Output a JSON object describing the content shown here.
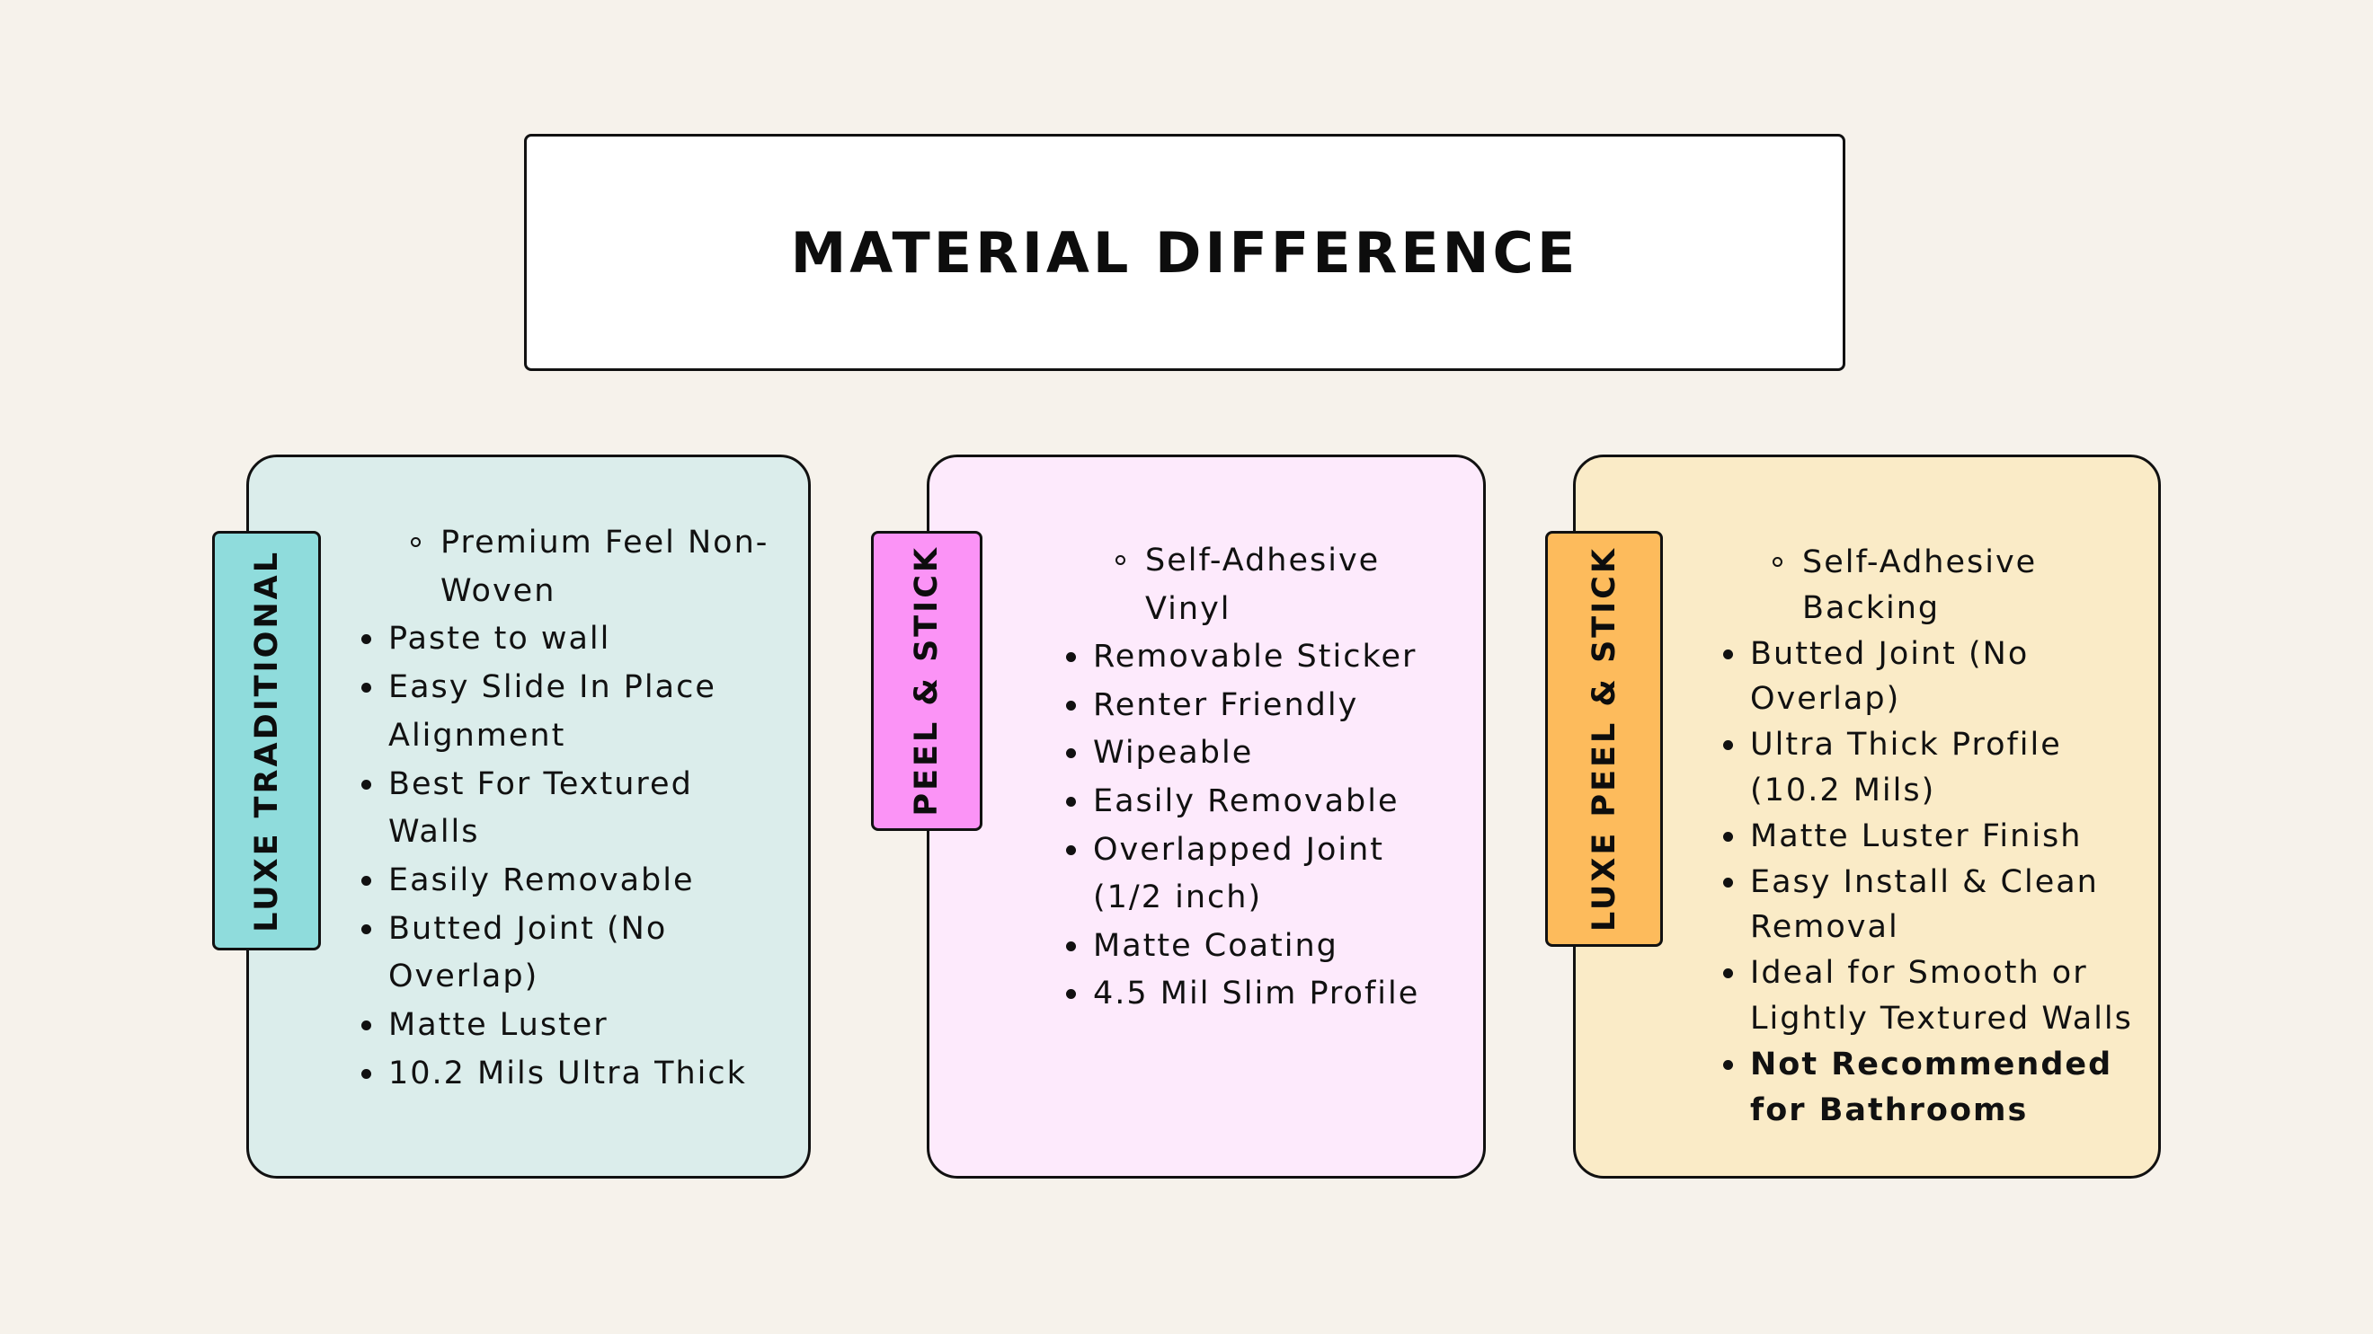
{
  "title": "MATERIAL DIFFERENCE",
  "colors": {
    "background": "#f6f2eb",
    "card1_fill": "#dbedeb",
    "card1_tab": "#8fdcdc",
    "card2_fill": "#fdeafc",
    "card2_tab": "#fb93f6",
    "card3_fill": "#faebc7",
    "card3_tab": "#fdbb5c"
  },
  "cards": [
    {
      "label": "LUXE TRADITIONAL",
      "items": [
        {
          "type": "sub",
          "text": "Premium Feel Non-Woven"
        },
        {
          "type": "bullet",
          "text": "Paste to wall"
        },
        {
          "type": "bullet",
          "text": "Easy Slide In Place Alignment"
        },
        {
          "type": "bullet",
          "text": "Best For Textured Walls"
        },
        {
          "type": "bullet",
          "text": "Easily Removable"
        },
        {
          "type": "bullet",
          "text": "Butted Joint (No Overlap)"
        },
        {
          "type": "bullet",
          "text": "Matte Luster"
        },
        {
          "type": "bullet",
          "text": "10.2 Mils Ultra Thick"
        }
      ]
    },
    {
      "label": "PEEL & STICK",
      "items": [
        {
          "type": "sub",
          "text": "Self-Adhesive Vinyl"
        },
        {
          "type": "bullet",
          "text": "Removable Sticker"
        },
        {
          "type": "bullet",
          "text": "Renter Friendly"
        },
        {
          "type": "bullet",
          "text": "Wipeable"
        },
        {
          "type": "bullet",
          "text": "Easily Removable"
        },
        {
          "type": "bullet",
          "text": "Overlapped Joint (1/2 inch)"
        },
        {
          "type": "bullet",
          "text": "Matte Coating"
        },
        {
          "type": "bullet",
          "text": "4.5 Mil Slim Profile"
        }
      ]
    },
    {
      "label": "LUXE PEEL & STICK",
      "items": [
        {
          "type": "sub",
          "text": "Self-Adhesive Backing"
        },
        {
          "type": "bullet",
          "text": "Butted Joint (No Overlap)"
        },
        {
          "type": "bullet",
          "text": "Ultra Thick Profile (10.2 Mils)"
        },
        {
          "type": "bullet",
          "text": "Matte Luster Finish"
        },
        {
          "type": "bullet",
          "text": "Easy Install & Clean Removal"
        },
        {
          "type": "bullet",
          "text": "Ideal for Smooth or Lightly Textured Walls"
        },
        {
          "type": "bullet",
          "text": "Not Recommended for Bathrooms",
          "bold": true
        }
      ]
    }
  ]
}
